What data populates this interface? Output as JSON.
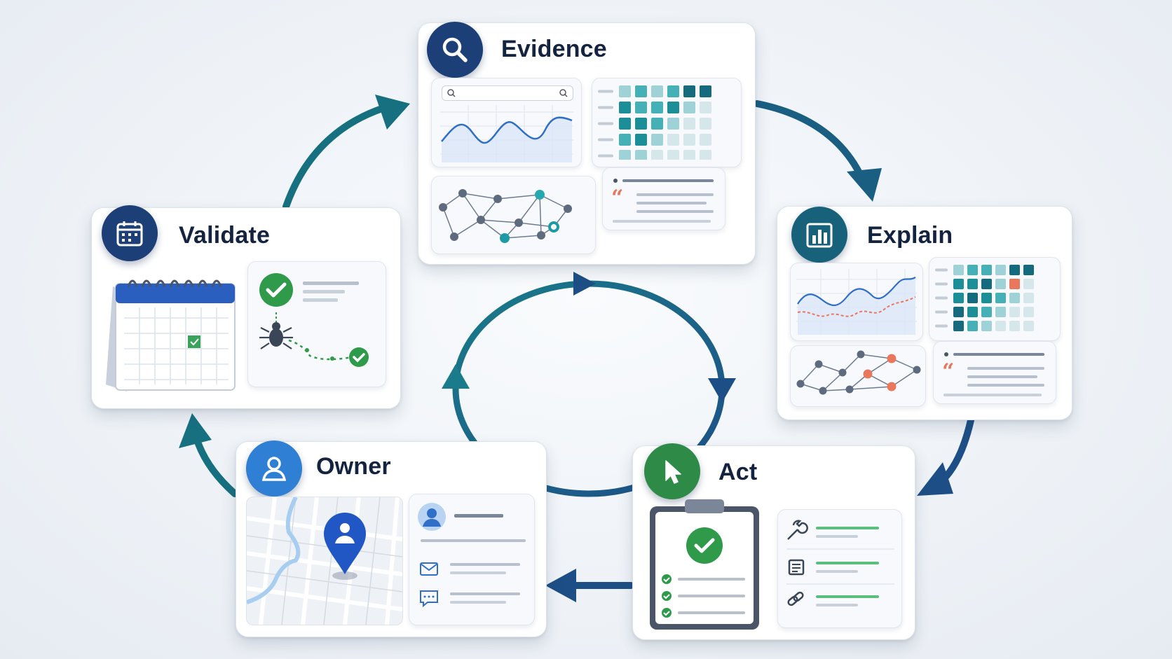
{
  "stages": {
    "evidence": {
      "label": "Evidence",
      "icon": "search-icon",
      "color": "#1d3f77"
    },
    "explain": {
      "label": "Explain",
      "icon": "bar-chart-icon",
      "color": "#17627a"
    },
    "act": {
      "label": "Act",
      "icon": "cursor-icon",
      "color": "#2e8b47"
    },
    "owner": {
      "label": "Owner",
      "icon": "user-icon",
      "color": "#2f7fd4"
    },
    "validate": {
      "label": "Validate",
      "icon": "calendar-icon",
      "color": "#1d3f77"
    }
  },
  "colors": {
    "arrow": "#17627a",
    "accent_teal": "#1c9aa5",
    "accent_orange": "#e9775c",
    "check_green": "#2e9a4a"
  }
}
